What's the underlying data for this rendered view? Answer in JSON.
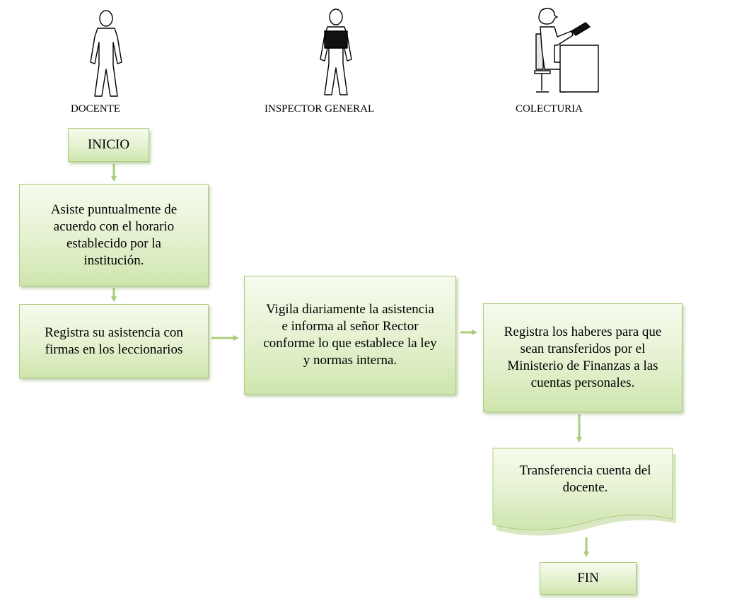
{
  "colors": {
    "box_fill_top": "#f6fbee",
    "box_fill_bottom": "#cfe5ad",
    "box_border": "#a9cd7a",
    "arrow": "#a9cd7a"
  },
  "actors": {
    "docente": {
      "label": "DOCENTE",
      "icon": "standing-person-icon"
    },
    "inspector": {
      "label": "INSPECTOR GENERAL",
      "icon": "person-holding-board-icon"
    },
    "colecturia": {
      "label": "COLECTURIA",
      "icon": "person-at-desk-icon"
    }
  },
  "nodes": {
    "inicio": "INICIO",
    "asiste": "Asiste puntualmente de acuerdo con el horario establecido por la institución.",
    "registra_asistencia": "Registra su asistencia con firmas en los leccionarios",
    "vigila": "Vigila diariamente la asistencia e informa al señor Rector conforme lo que establece la ley y normas interna.",
    "registra_haberes": "Registra los haberes para que sean transferidos por el Ministerio de Finanzas a las cuentas personales.",
    "transferencia": "Transferencia cuenta del docente.",
    "fin": "FIN"
  }
}
